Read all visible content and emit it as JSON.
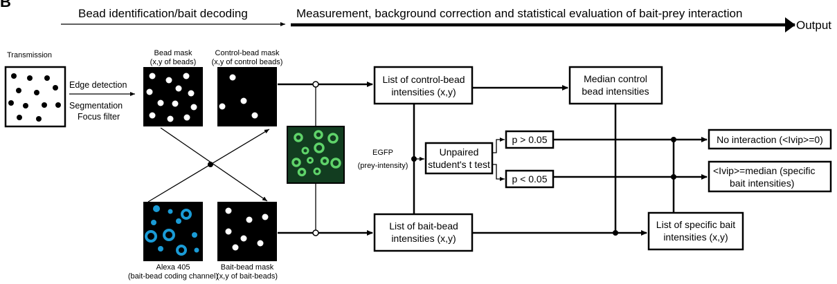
{
  "panel_letter": "B",
  "header": {
    "stage1": "Bead identification/bait decoding",
    "stage2": "Measurement, background correction and statistical evaluation of bait-prey interaction",
    "output": "Output"
  },
  "steps": {
    "edge_detection": "Edge detection",
    "segmentation": "Segmentation",
    "focus_filter": "Focus filter"
  },
  "images": {
    "transmission": "Transmission",
    "bead_mask": {
      "title": "Bead mask",
      "sub": "(x,y of beads)"
    },
    "control_mask": {
      "title": "Control-bead mask",
      "sub": "(x,y of control beads)"
    },
    "alexa": {
      "title": "Alexa 405",
      "sub": "(bait-bead coding channel)"
    },
    "bait_mask": {
      "title": "Bait-bead mask",
      "sub": "(x,y of bait-beads)"
    },
    "egfp": {
      "title": "EGFP",
      "sub": "(prey-intensity)"
    }
  },
  "boxes": {
    "control_list": [
      "List of control-bead",
      "intensities (x,y)"
    ],
    "median_control": [
      "Median control",
      "bead intensities"
    ],
    "ttest": [
      "Unpaired",
      "student's t test"
    ],
    "p_greater": "p > 0.05",
    "p_less": "p < 0.05",
    "bait_list": [
      "List of bait-bead",
      "intensities (x,y)"
    ],
    "specific_list": [
      "List of specific bait",
      "intensities (x,y)"
    ],
    "no_interaction": "No interaction (<Ivip>=0)",
    "median_specific": [
      "<Ivip>=median (specific",
      "bait intensities)"
    ]
  },
  "colors": {
    "alexa_blue": "#1a9bd6",
    "egfp_green": "#5fd36a",
    "egfp_background": "#123d20"
  }
}
